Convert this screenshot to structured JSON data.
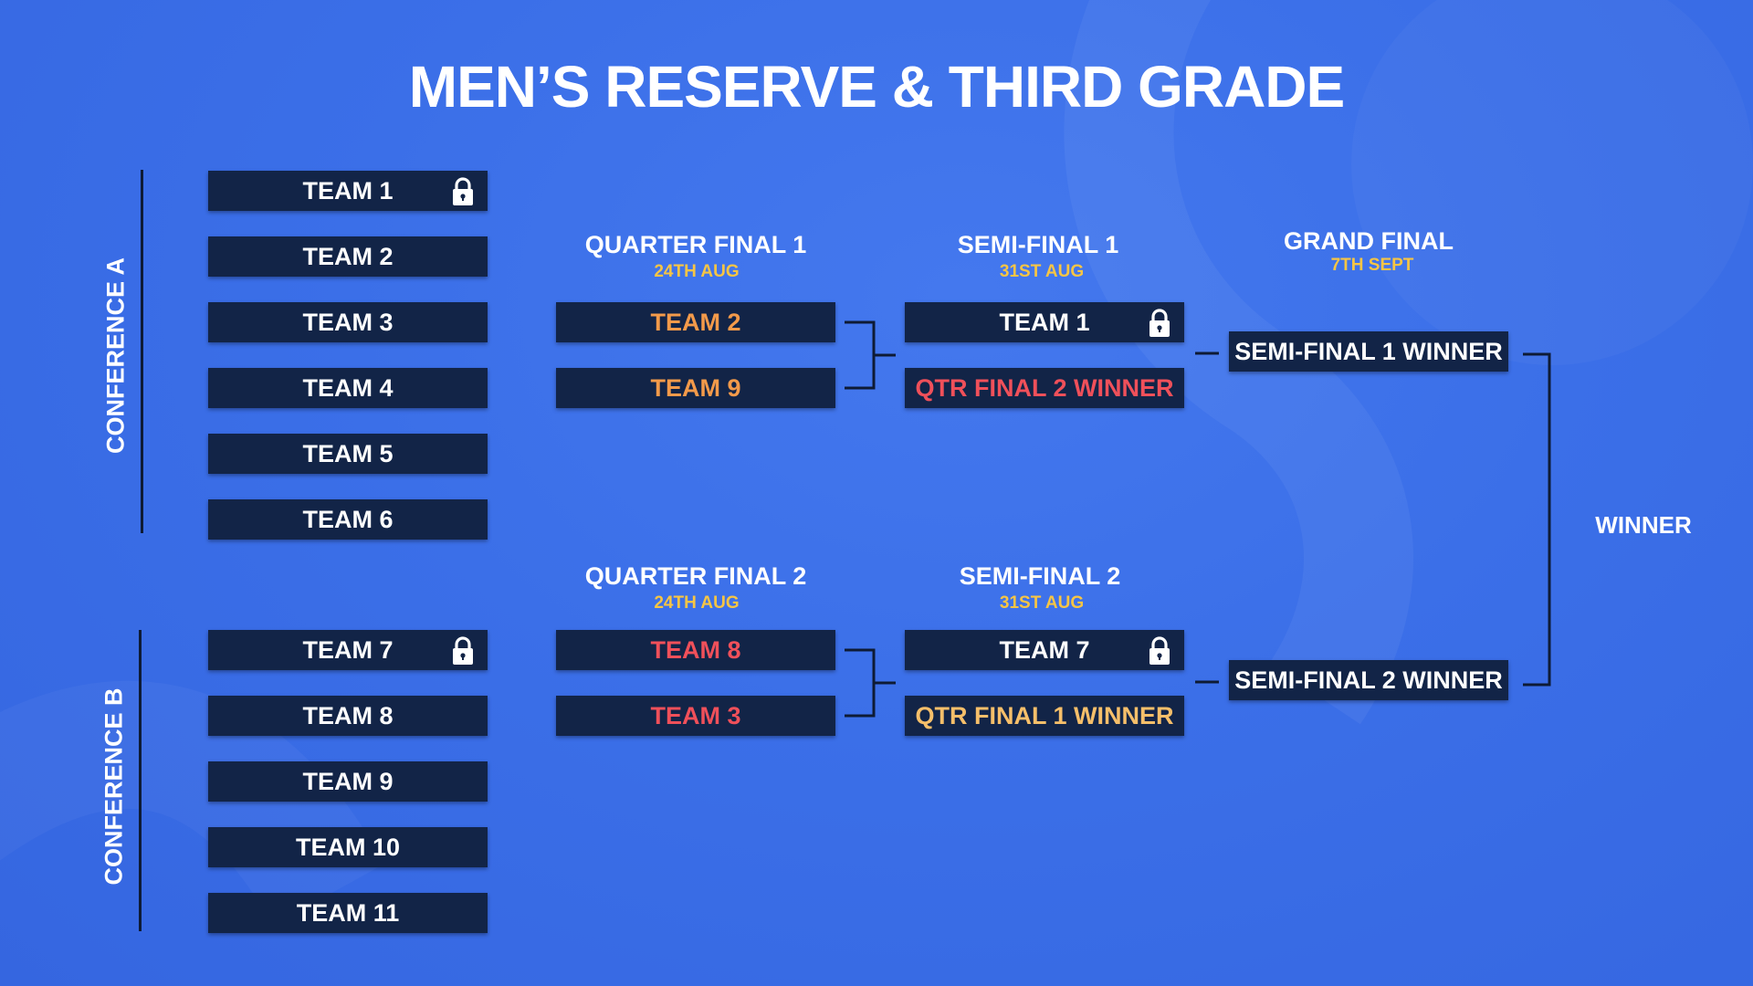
{
  "title": "MEN’S RESERVE & THIRD GRADE",
  "conferences": {
    "a": "CONFERENCE A",
    "b": "CONFERENCE B"
  },
  "teams": {
    "a": [
      "TEAM 1",
      "TEAM 2",
      "TEAM 3",
      "TEAM 4",
      "TEAM 5",
      "TEAM 6"
    ],
    "b": [
      "TEAM 7",
      "TEAM 8",
      "TEAM 9",
      "TEAM 10",
      "TEAM 11"
    ]
  },
  "rounds": {
    "qf1": {
      "name": "QUARTER FINAL 1",
      "date": "24TH AUG",
      "slots": [
        "TEAM 2",
        "TEAM 9"
      ]
    },
    "qf2": {
      "name": "QUARTER FINAL 2",
      "date": "24TH AUG",
      "slots": [
        "TEAM 8",
        "TEAM 3"
      ]
    },
    "sf1": {
      "name": "SEMI-FINAL 1",
      "date": "31ST AUG",
      "slots": [
        "TEAM 1",
        "QTR FINAL 2 WINNER"
      ]
    },
    "sf2": {
      "name": "SEMI-FINAL 2",
      "date": "31ST AUG",
      "slots": [
        "TEAM 7",
        "QTR FINAL 1 WINNER"
      ]
    },
    "gf": {
      "name": "GRAND FINAL",
      "date": "7TH SEPT",
      "slots": [
        "SEMI-FINAL 1 WINNER",
        "SEMI-FINAL 2 WINNER"
      ]
    }
  },
  "winner_label": "WINNER",
  "icons": {
    "lock": "lock-icon"
  },
  "colors": {
    "background": "#3b6fe8",
    "box": "#122447",
    "date": "#f7c544",
    "orange": "#f39a4a",
    "red": "#f0505a",
    "peach": "#f6bf6a"
  }
}
